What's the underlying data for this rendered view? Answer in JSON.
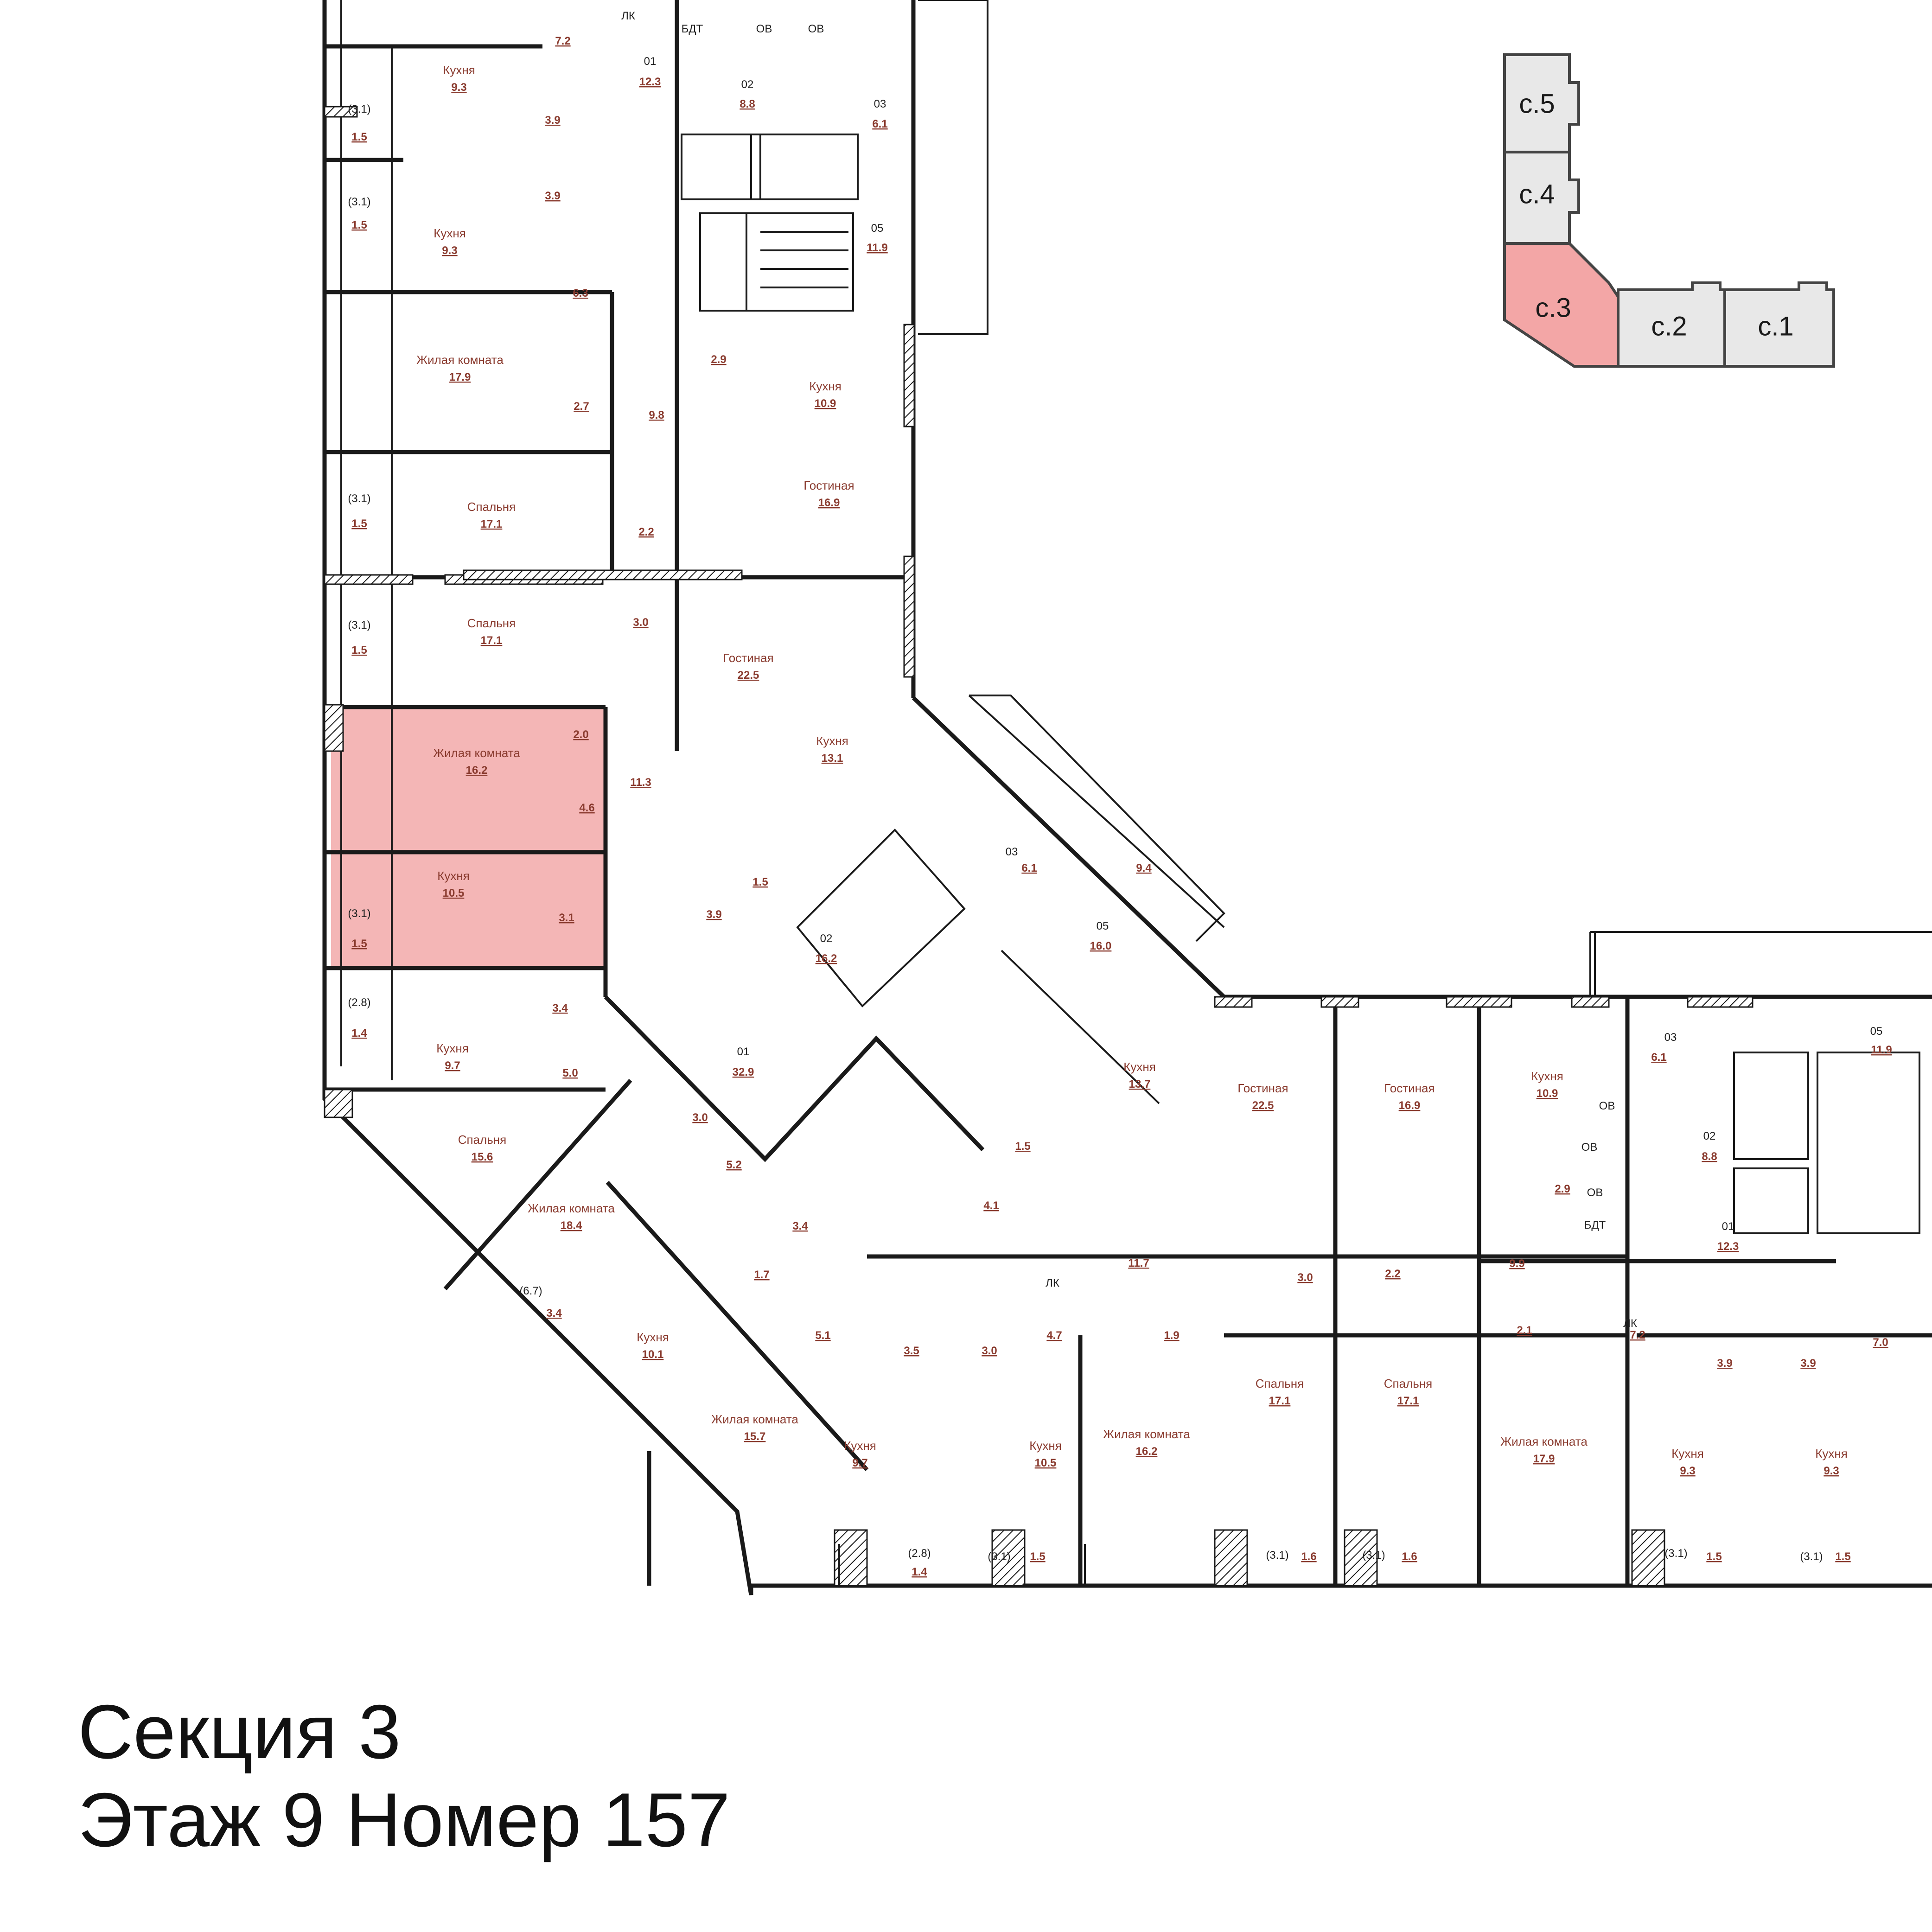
{
  "caption": {
    "line1": "Секция 3",
    "line2": "Этаж 9 Номер 157"
  },
  "key_plan": {
    "sections": [
      {
        "label": "с.5",
        "active": false
      },
      {
        "label": "с.4",
        "active": false
      },
      {
        "label": "с.3",
        "active": true
      },
      {
        "label": "с.2",
        "active": false
      },
      {
        "label": "с.1",
        "active": false
      }
    ],
    "colors": {
      "active": "#f3a6a6",
      "inactive": "#e8e8e8"
    }
  },
  "highlight_color": "#f4b6b6",
  "rooms": [
    {
      "name": "Кухня",
      "area": "9.3"
    },
    {
      "name": "Кухня",
      "area": "9.3"
    },
    {
      "name": "Жилая комната",
      "area": "17.9"
    },
    {
      "name": "Спальня",
      "area": "17.1"
    },
    {
      "name": "Спальня",
      "area": "17.1"
    },
    {
      "name": "Жилая комната",
      "area": "16.2"
    },
    {
      "name": "Кухня",
      "area": "10.5"
    },
    {
      "name": "Кухня",
      "area": "9.7"
    },
    {
      "name": "Спальня",
      "area": "15.6"
    },
    {
      "name": "Жилая комната",
      "area": "18.4"
    },
    {
      "name": "Кухня",
      "area": "10.1"
    },
    {
      "name": "Жилая комната",
      "area": "15.7"
    },
    {
      "name": "Кухня",
      "area": "9.7"
    },
    {
      "name": "Кухня",
      "area": "10.5"
    },
    {
      "name": "Жилая комната",
      "area": "16.2"
    },
    {
      "name": "Кухня",
      "area": "10.9"
    },
    {
      "name": "Гостиная",
      "area": "16.9"
    },
    {
      "name": "Гостиная",
      "area": "22.5"
    },
    {
      "name": "Кухня",
      "area": "13.1"
    },
    {
      "name": "Кухня",
      "area": "13.7"
    },
    {
      "name": "Гостиная",
      "area": "22.5"
    },
    {
      "name": "Гостиная",
      "area": "16.9"
    },
    {
      "name": "Кухня",
      "area": "10.9"
    },
    {
      "name": "Спальня",
      "area": "17.1"
    },
    {
      "name": "Спальня",
      "area": "17.1"
    },
    {
      "name": "Жилая комната",
      "area": "17.9"
    },
    {
      "name": "Кухня",
      "area": "9.3"
    },
    {
      "name": "Кухня",
      "area": "9.3"
    }
  ],
  "areas": [
    "7.2",
    "3.9",
    "3.9",
    "6.3",
    "2.7",
    "9.8",
    "2.9",
    "2.2",
    "3.0",
    "2.0",
    "4.6",
    "11.3",
    "3.1",
    "3.4",
    "5.0",
    "1.5",
    "3.9",
    "3.0",
    "5.2",
    "3.4",
    "1.7",
    "5.1",
    "3.5",
    "3.0",
    "4.7",
    "1.9",
    "11.7",
    "4.1",
    "1.5",
    "9.4",
    "3.0",
    "2.2",
    "9.9",
    "2.9",
    "2.1",
    "7.2",
    "3.9",
    "3.9",
    "7.0"
  ],
  "loggias": [
    {
      "full": "(3.1)",
      "area": "1.5"
    },
    {
      "full": "(3.1)",
      "area": "1.5"
    },
    {
      "full": "(3.1)",
      "area": "1.5"
    },
    {
      "full": "(3.1)",
      "area": "1.5"
    },
    {
      "full": "(3.1)",
      "area": "1.5"
    },
    {
      "full": "(2.8)",
      "area": "1.4"
    },
    {
      "full": "(6.7)",
      "area": "3.4"
    },
    {
      "full": "(2.8)",
      "area": "1.4"
    },
    {
      "full": "(3.1)",
      "area": "1.5"
    },
    {
      "full": "(3.1)",
      "area": "1.6"
    },
    {
      "full": "(3.1)",
      "area": "1.6"
    },
    {
      "full": "(3.1)",
      "area": "1.5"
    },
    {
      "full": "(3.1)",
      "area": "1.5"
    }
  ],
  "common": [
    {
      "num": "01",
      "area": "12.3"
    },
    {
      "num": "02",
      "area": "8.8"
    },
    {
      "num": "03",
      "area": "6.1"
    },
    {
      "num": "05",
      "area": "11.9"
    },
    {
      "num": "03",
      "area": "6.1"
    },
    {
      "num": "02",
      "area": "16.2"
    },
    {
      "num": "05",
      "area": "16.0"
    },
    {
      "num": "01",
      "area": "32.9"
    },
    {
      "num": "03",
      "area": "6.1"
    },
    {
      "num": "05",
      "area": "11.9"
    },
    {
      "num": "02",
      "area": "8.8"
    },
    {
      "num": "01",
      "area": "12.3"
    }
  ],
  "marks": [
    "ЛК",
    "БДТ",
    "ОВ",
    "ОВ",
    "ЛК",
    "ЛК",
    "ОВ",
    "ОВ",
    "ОВ",
    "БДТ"
  ]
}
